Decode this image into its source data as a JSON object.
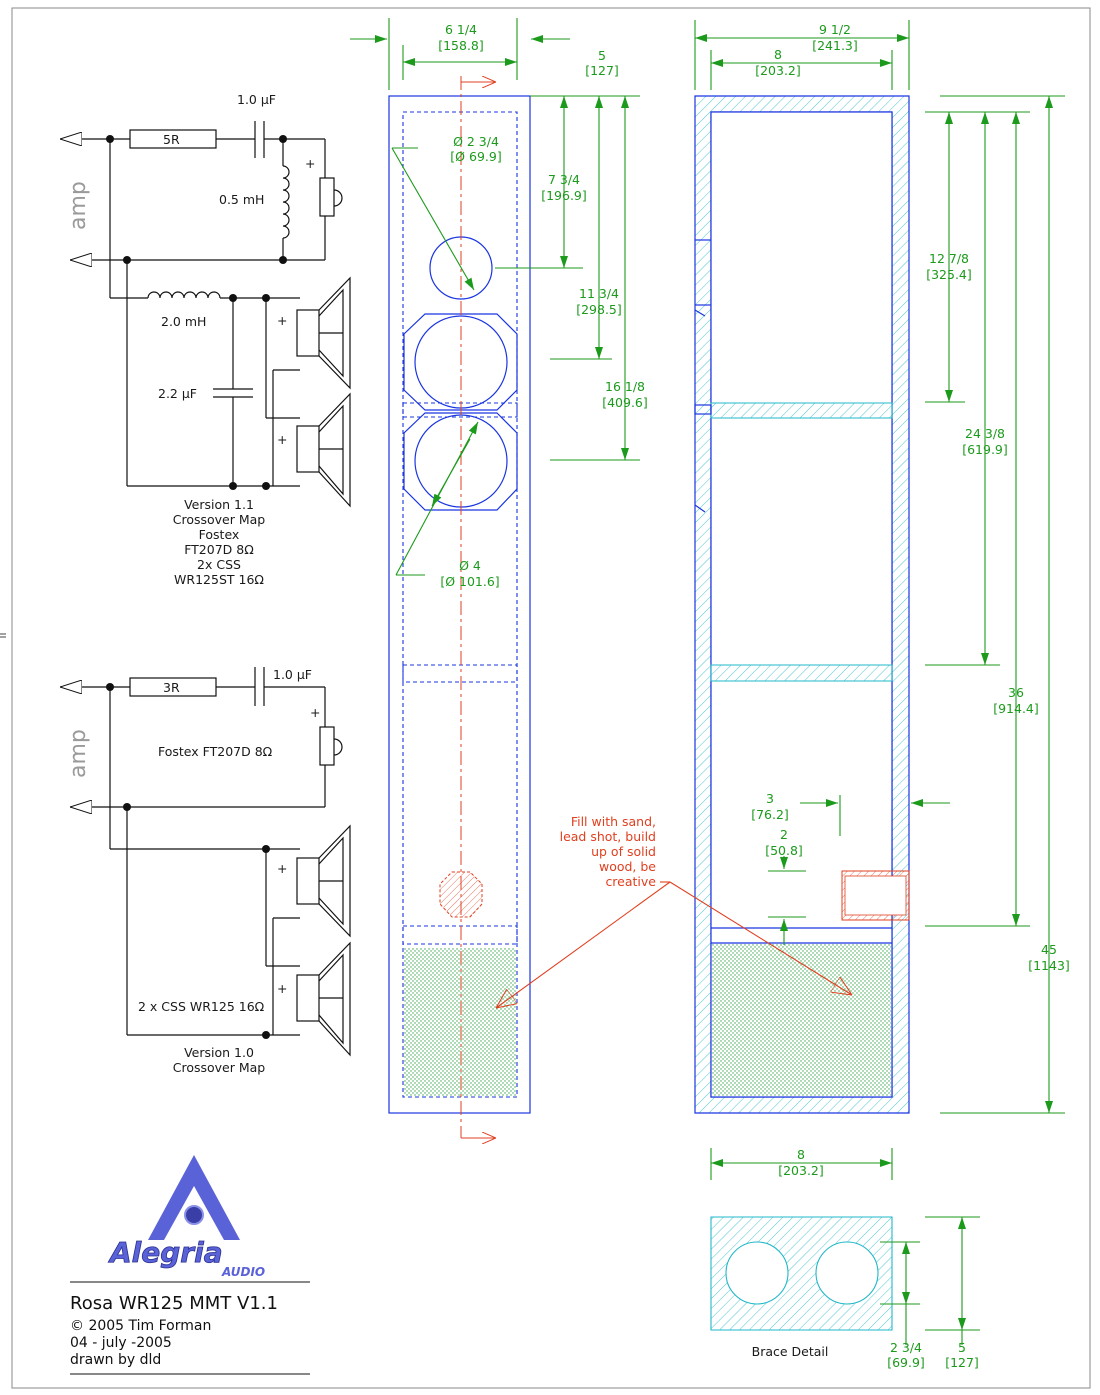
{
  "colors": {
    "outline": "#1a35e0",
    "dimension": "#1c9a1c",
    "note": "#e04020",
    "brace": "#22b8c8",
    "fill": "#36a24a",
    "logo": "#5a62d8"
  },
  "crossover_v11": {
    "resistor": "5R",
    "cap_top": "1.0 µF",
    "inductor_tweeter": "0.5 mH",
    "inductor_woofer": "2.0 mH",
    "cap_woofer": "2.2 µF",
    "amp_label": "amp",
    "plus": "+",
    "caption": [
      "Version 1.1",
      "Crossover Map",
      "Fostex",
      "FT207D 8Ω",
      "2x CSS",
      "WR125ST 16Ω"
    ]
  },
  "crossover_v10": {
    "resistor": "3R",
    "cap_top": "1.0 µF",
    "tweeter_label": "Fostex FT207D 8Ω",
    "woofer_label": "2 x CSS WR125 16Ω",
    "amp_label": "amp",
    "plus": "+",
    "caption": [
      "Version 1.0",
      "Crossover Map"
    ]
  },
  "front_view": {
    "width": {
      "in": "6 1/4",
      "mm": "[158.8]"
    },
    "offset": {
      "in": "5",
      "mm": "[127]"
    },
    "tweeter_dia": {
      "in": "Ø 2 3/4",
      "mm": "[Ø 69.9]"
    },
    "woofer_dia": {
      "in": "Ø 4",
      "mm": "[Ø 101.6]"
    },
    "d1": {
      "in": "7 3/4",
      "mm": "[196.9]"
    },
    "d2": {
      "in": "11 3/4",
      "mm": "[298.5]"
    },
    "d3": {
      "in": "16 1/8",
      "mm": "[409.6]"
    }
  },
  "side_view": {
    "outer_width": {
      "in": "9 1/2",
      "mm": "[241.3]"
    },
    "inner_width": {
      "in": "8",
      "mm": "[203.2]"
    },
    "h1": {
      "in": "12 7/8",
      "mm": "[325.4]"
    },
    "h2": {
      "in": "24 3/8",
      "mm": "[619.9]"
    },
    "h3": {
      "in": "36",
      "mm": "[914.4]"
    },
    "h4": {
      "in": "45",
      "mm": "[1143]"
    },
    "port_depth": {
      "in": "3",
      "mm": "[76.2]"
    },
    "port_height": {
      "in": "2",
      "mm": "[50.8]"
    }
  },
  "note": [
    "Fill with sand,",
    "lead shot, build",
    "up of solid",
    "wood, be",
    "creative"
  ],
  "brace": {
    "width": {
      "in": "8",
      "mm": "[203.2]"
    },
    "inner": {
      "in": "2 3/4",
      "mm": "[69.9]"
    },
    "outer": {
      "in": "5",
      "mm": "[127]"
    },
    "caption": "Brace Detail"
  },
  "title_block": {
    "logo_name": "Alegria",
    "logo_sub": "AUDIO",
    "title": "Rosa WR125 MMT V1.1",
    "copyright": "© 2005 Tim Forman",
    "date": "04 - july -2005",
    "drawn": "drawn by dld"
  }
}
